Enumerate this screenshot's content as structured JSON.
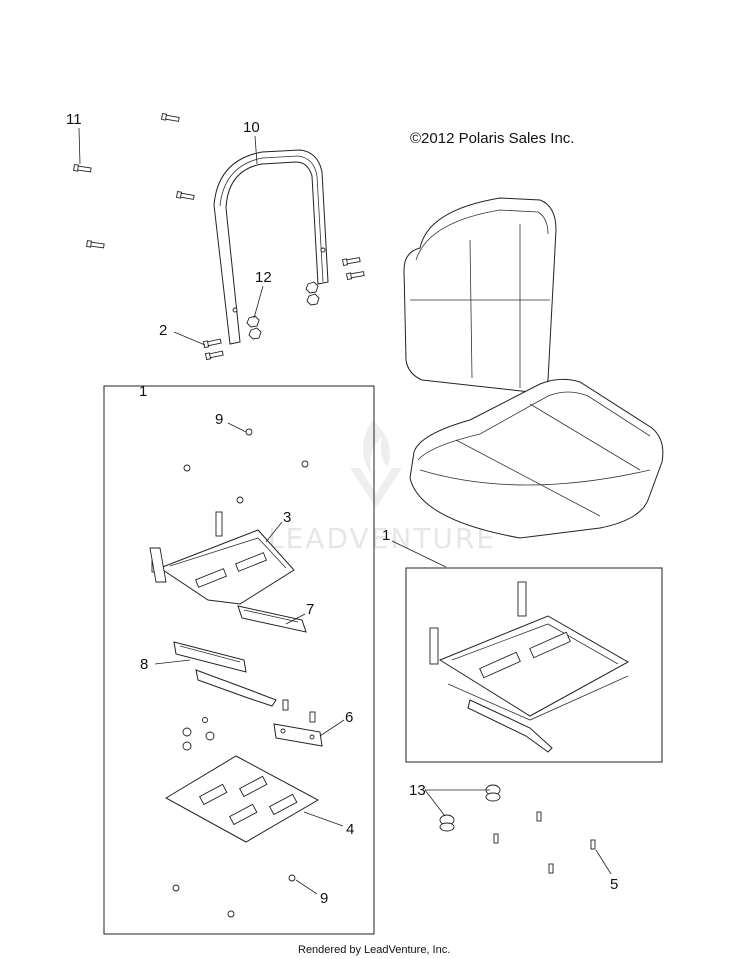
{
  "copyright": "©2012 Polaris Sales Inc.",
  "footer": "Rendered by LeadVenture, Inc.",
  "watermark": "LEADVENTURE",
  "callouts": {
    "c1a": "1",
    "c1b": "1",
    "c2": "2",
    "c3": "3",
    "c4": "4",
    "c5": "5",
    "c6": "6",
    "c7": "7",
    "c8": "8",
    "c9a": "9",
    "c9b": "9",
    "c10": "10",
    "c11": "11",
    "c12": "12",
    "c13": "13"
  }
}
